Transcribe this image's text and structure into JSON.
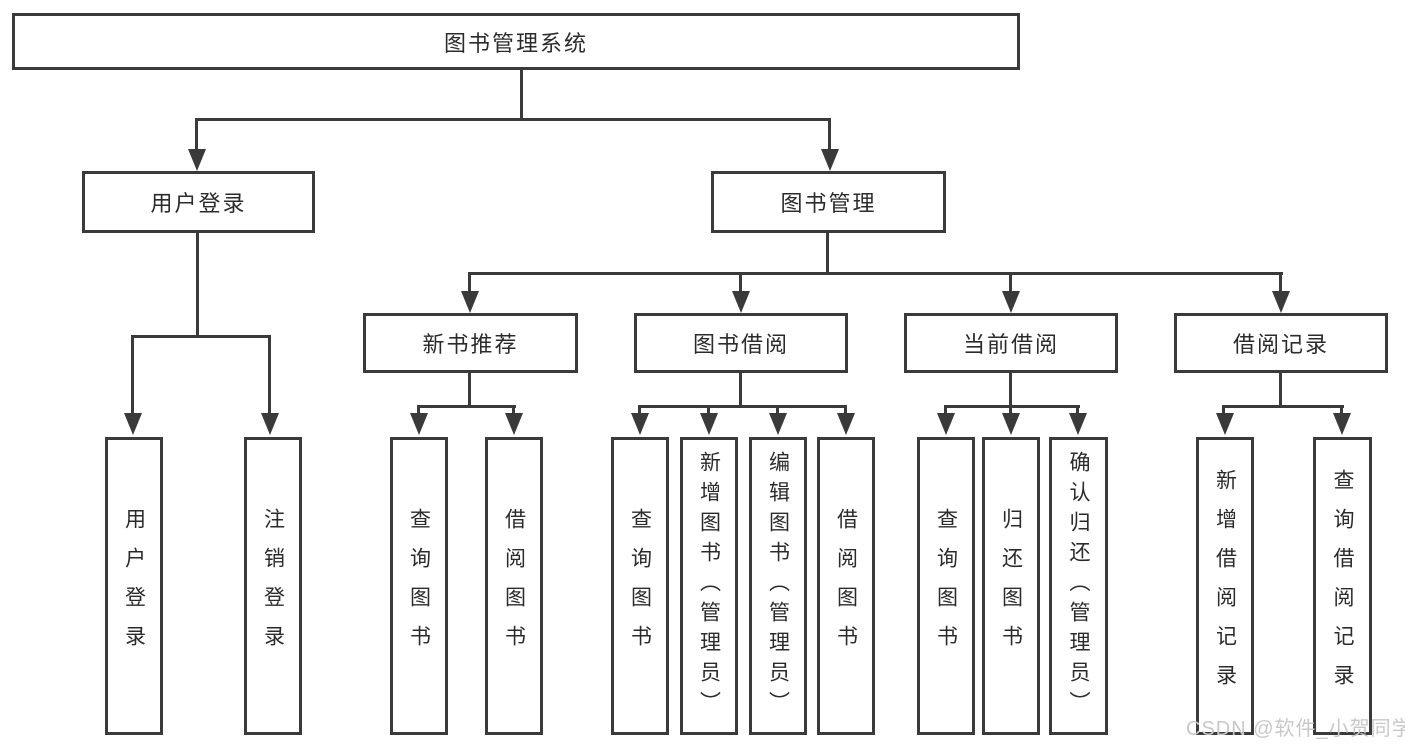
{
  "tree": {
    "label": "图书管理系统",
    "children": [
      {
        "label": "用户登录",
        "children": [
          {
            "label": "用户登录"
          },
          {
            "label": "注销登录"
          }
        ]
      },
      {
        "label": "图书管理",
        "children": [
          {
            "label": "新书推荐",
            "children": [
              {
                "label": "查询图书"
              },
              {
                "label": "借阅图书"
              }
            ]
          },
          {
            "label": "图书借阅",
            "children": [
              {
                "label": "查询图书"
              },
              {
                "label": "新增图书（管理员）"
              },
              {
                "label": "编辑图书（管理员）"
              },
              {
                "label": "借阅图书"
              }
            ]
          },
          {
            "label": "当前借阅",
            "children": [
              {
                "label": "查询图书"
              },
              {
                "label": "归还图书"
              },
              {
                "label": "确认归还（管理员）"
              }
            ]
          },
          {
            "label": "借阅记录",
            "children": [
              {
                "label": "新增借阅记录"
              },
              {
                "label": "查询借阅记录"
              }
            ]
          }
        ]
      }
    ]
  },
  "watermark": "CSDN @软件_小贺同学",
  "colors": {
    "line": "#3a3a3a",
    "text": "#2b2b2b",
    "watermark": "#c8c8c8",
    "background": "#ffffff"
  }
}
